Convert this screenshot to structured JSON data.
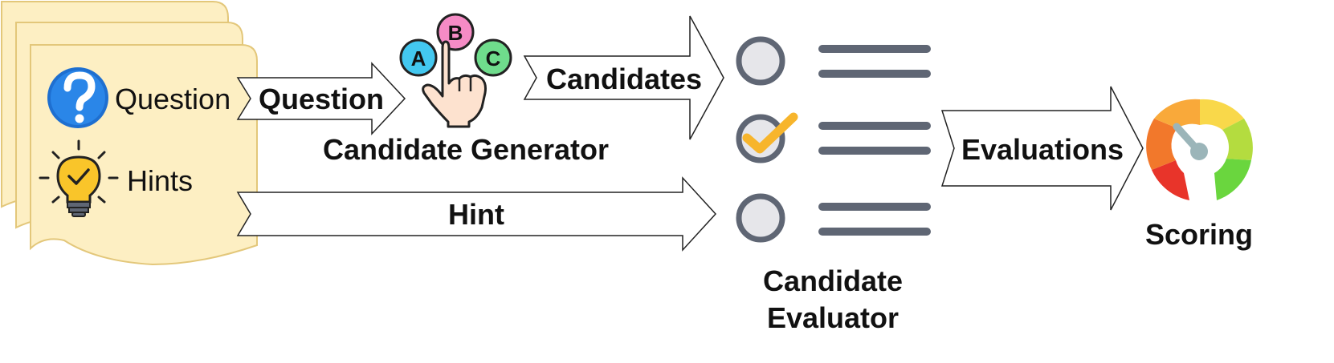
{
  "input_card": {
    "question_label": "Question",
    "hints_label": "Hints",
    "question_icon": "question-mark-circle-icon",
    "hints_icon": "lightbulb-check-icon",
    "card_color": "#fdefc3",
    "card_border": "#e3c77a"
  },
  "arrows": {
    "question": "Question",
    "candidates": "Candidates",
    "hint": "Hint",
    "evaluations": "Evaluations"
  },
  "generator": {
    "label": "Candidate Generator",
    "icon": "choice-hand-icon",
    "options": [
      "A",
      "B",
      "C"
    ],
    "option_colors": [
      "#43c8f0",
      "#f58bc5",
      "#6fdc8c"
    ]
  },
  "evaluator": {
    "label_line1": "Candidate",
    "label_line2": "Evaluator",
    "icon": "checklist-icon",
    "item_states": [
      "unchecked",
      "checked",
      "unchecked"
    ],
    "check_color": "#f7b52c",
    "line_color": "#5f6674"
  },
  "scoring": {
    "label": "Scoring",
    "icon": "gauge-icon",
    "gauge_colors": [
      "#e8342a",
      "#f2782b",
      "#f9c93a",
      "#b4dc3f",
      "#6ad63e"
    ]
  }
}
